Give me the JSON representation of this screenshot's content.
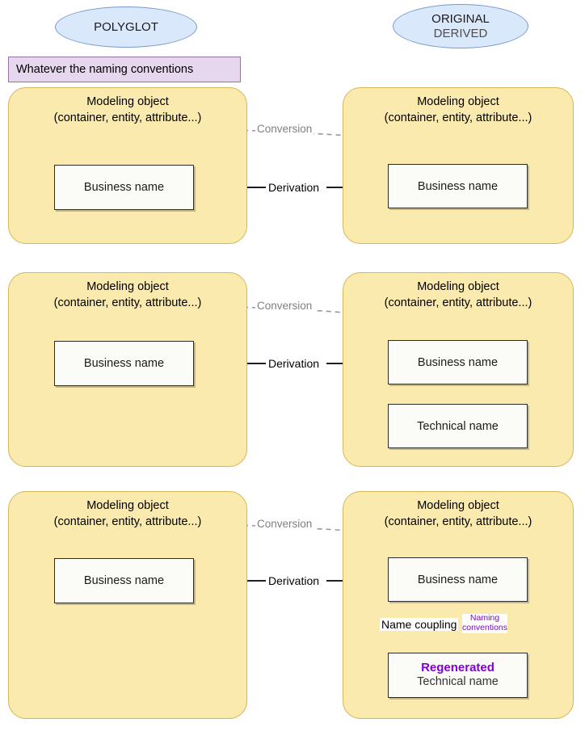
{
  "headers": {
    "left": {
      "line1": "POLYGLOT",
      "line2": ""
    },
    "right": {
      "line1": "ORIGINAL",
      "line2": "DERIVED"
    }
  },
  "note": {
    "text": "Whatever the naming conventions"
  },
  "panel_title": {
    "main": "Modeling object",
    "sub": "(container, entity, attribute...)"
  },
  "labels": {
    "conversion": "Conversion",
    "derivation": "Derivation",
    "name_coupling": "Name coupling",
    "naming_conventions_l1": "Naming",
    "naming_conventions_l2": "conventions"
  },
  "boxes": {
    "business_name": "Business name",
    "technical_name": "Technical name",
    "regenerated": "Regenerated"
  },
  "rows": [
    {
      "id": "row-1",
      "left_boxes": [
        "Business name"
      ],
      "right_boxes": [
        "Business name"
      ]
    },
    {
      "id": "row-2",
      "left_boxes": [
        "Business name"
      ],
      "right_boxes": [
        "Business name",
        "Technical name"
      ]
    },
    {
      "id": "row-3",
      "left_boxes": [
        "Business name"
      ],
      "right_boxes": [
        "Business name",
        "Regenerated Technical name"
      ]
    }
  ],
  "colors": {
    "panel_fill": "#fbeaae",
    "panel_stroke": "#d6b656",
    "ellipse_fill": "#dae8fc",
    "ellipse_stroke": "#7799cc",
    "note_fill": "#e6d6ee",
    "note_stroke": "#9673a6",
    "accent_purple": "#8000d0",
    "block_arrow_fill": "#d4c2e0",
    "dashed_gray": "#999999"
  }
}
